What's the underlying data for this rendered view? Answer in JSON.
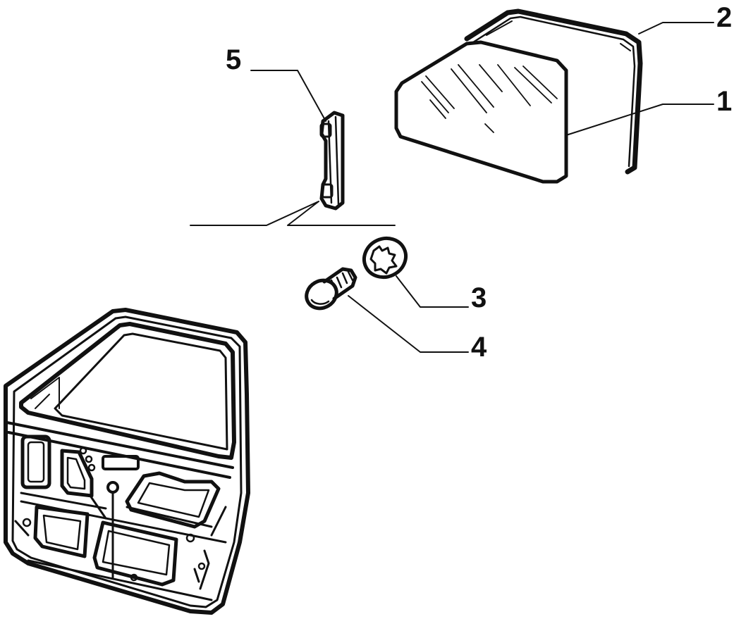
{
  "diagram": {
    "colors": {
      "line": "#111111",
      "background": "#ffffff"
    },
    "parts": [
      {
        "id": "1",
        "label": "1"
      },
      {
        "id": "2",
        "label": "2"
      },
      {
        "id": "3",
        "label": "3"
      },
      {
        "id": "4",
        "label": "4"
      },
      {
        "id": "5",
        "label": "5"
      }
    ]
  }
}
